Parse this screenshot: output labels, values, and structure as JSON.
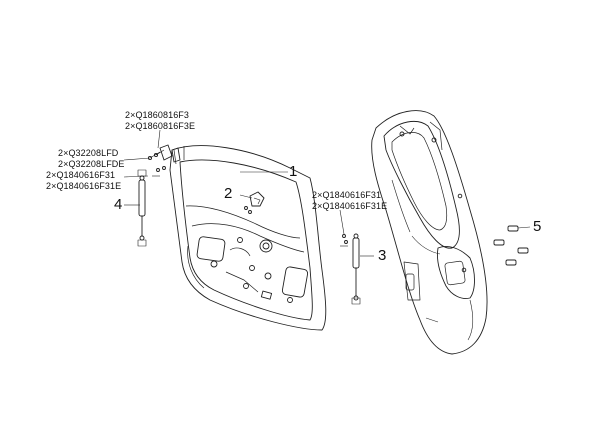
{
  "callouts": {
    "c1": "1",
    "c2": "2",
    "c3": "3",
    "c4": "4",
    "c5": "5"
  },
  "part_labels": {
    "hinge_bolt_a": "2×Q1860816F3",
    "hinge_bolt_b": "2×Q1860816F3E",
    "strut_left_a": "2×Q32208LFD",
    "strut_left_b": "2×Q32208LFDE",
    "strut_left_c": "2×Q1840616F31",
    "strut_left_d": "2×Q1840616F31E",
    "strut_right_a": "2×Q1840616F31",
    "strut_right_b": "2×Q1840616F31E"
  }
}
